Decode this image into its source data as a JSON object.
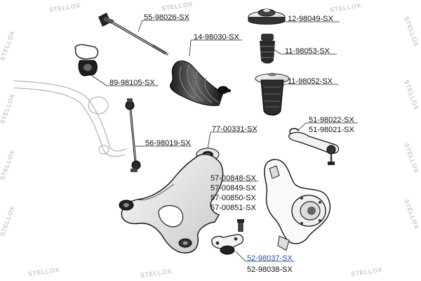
{
  "watermark": "STELLOX",
  "highlight_color": "#1f4fb5",
  "parts": [
    "55-98026-SX",
    "12-98049-SX",
    "14-98030-SX",
    "11-98053-SX",
    "89-98105-SX",
    "11-98052-SX",
    "51-98022-SX",
    "51-98021-SX",
    "77-00331-SX",
    "56-98019-SX",
    "57-00848-SX",
    "57-00849-SX",
    "57-00850-SX",
    "57-00851-SX",
    "52-98037-SX",
    "52-98038-SX"
  ]
}
